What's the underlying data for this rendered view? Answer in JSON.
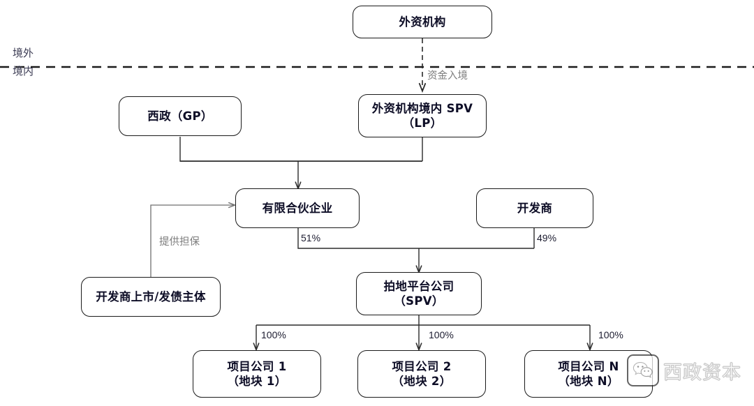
{
  "diagram": {
    "title_hidden": "",
    "boundary": {
      "offshore_label": "境外",
      "onshore_label": "境内"
    },
    "nodes": {
      "foreign_institution": {
        "line1": "外资机构"
      },
      "onshore_spv": {
        "line1": "外资机构境内 SPV",
        "line2": "（LP）"
      },
      "xizheng_gp": {
        "line1": "西政（GP）"
      },
      "limited_partnership": {
        "line1": "有限合伙企业"
      },
      "developer": {
        "line1": "开发商"
      },
      "developer_listed_entity": {
        "line1": "开发商上市/发债主体"
      },
      "bidding_platform": {
        "line1": "拍地平台公司",
        "line2": "（SPV）"
      },
      "project_company_1": {
        "line1": "项目公司 1",
        "line2": "（地块 1）"
      },
      "project_company_2": {
        "line1": "项目公司 2",
        "line2": "（地块 2）"
      },
      "project_company_n": {
        "line1": "项目公司 N",
        "line2": "（地块 N）"
      }
    },
    "edges": {
      "capital_inflow": "资金入境",
      "provide_guarantee": "提供担保",
      "lp_to_platform_pct": "51%",
      "developer_to_platform_pct": "49%",
      "platform_to_pc1_pct": "100%",
      "platform_to_pc2_pct": "100%",
      "platform_to_pcn_pct": "100%"
    },
    "watermark": {
      "text": "西政资本",
      "icon": "wechat-icon"
    },
    "colors": {
      "node_border": "#1a1a1a",
      "node_text": "#0d0d26",
      "wire": "#2b2b2b",
      "gray_label": "#7d7d7d",
      "background": "#ffffff"
    }
  }
}
